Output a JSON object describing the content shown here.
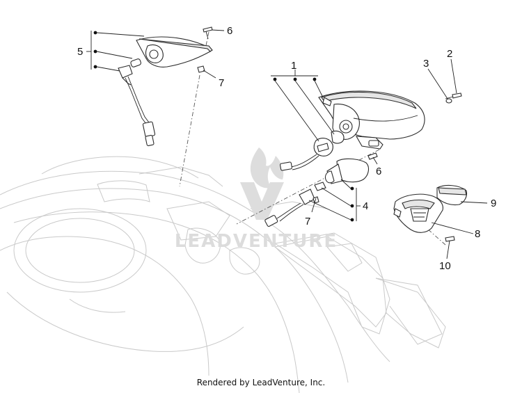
{
  "diagram": {
    "callouts": [
      {
        "id": "1",
        "label": "1"
      },
      {
        "id": "2",
        "label": "2"
      },
      {
        "id": "3",
        "label": "3"
      },
      {
        "id": "4",
        "label": "4"
      },
      {
        "id": "5",
        "label": "5"
      },
      {
        "id": "6a",
        "label": "6"
      },
      {
        "id": "6b",
        "label": "6"
      },
      {
        "id": "7a",
        "label": "7"
      },
      {
        "id": "7b",
        "label": "7"
      },
      {
        "id": "8",
        "label": "8"
      },
      {
        "id": "9",
        "label": "9"
      },
      {
        "id": "10",
        "label": "10"
      }
    ],
    "watermark_text": "LEADVENTURE",
    "footer": "Rendered by LeadVenture, Inc."
  }
}
